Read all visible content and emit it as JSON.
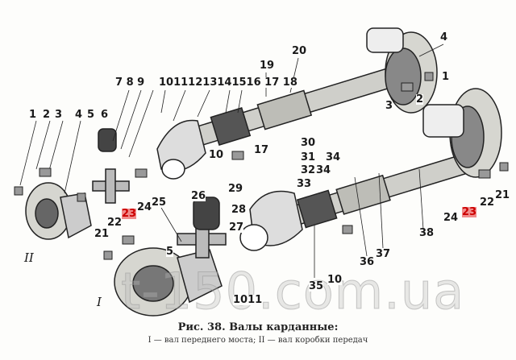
{
  "figure": {
    "caption": "Рис. 38. Валы карданные:",
    "subcaption": "I — вал переднего моста; II — вал коробки передач",
    "watermark": "t-150.com.ua",
    "highlight_color": "#f08c8c",
    "labels": [
      "1",
      "2",
      "3",
      "4",
      "20",
      "19",
      "7 8 9",
      "10111213141516 17 18",
      "6",
      "5",
      "4",
      "1",
      "2",
      "3",
      "17",
      "10",
      "29",
      "30",
      "31",
      "32",
      "34",
      "34",
      "33",
      "25",
      "26",
      "28",
      "27",
      "24",
      "23",
      "22",
      "21",
      "5",
      "II",
      "I",
      "1011",
      "35",
      "10",
      "36",
      "37",
      "38",
      "24",
      "23",
      "22",
      "21"
    ]
  }
}
